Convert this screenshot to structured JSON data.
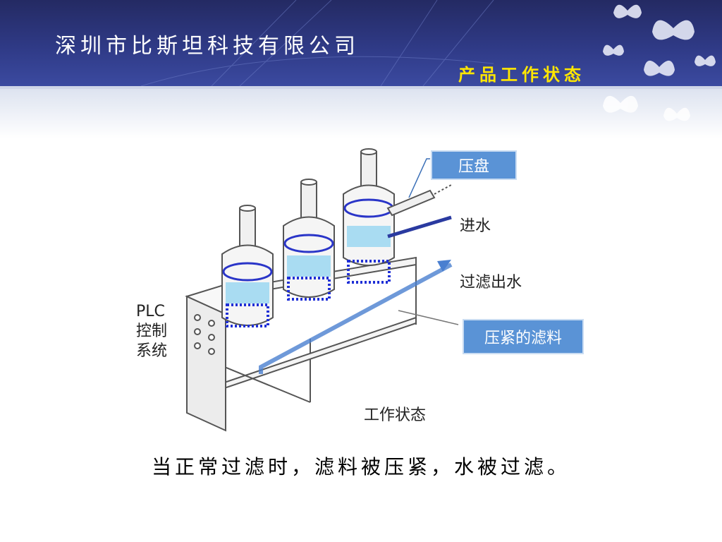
{
  "header": {
    "company": "深圳市比斯坦科技有限公司",
    "subtitle": "产品工作状态"
  },
  "diagram": {
    "labels": {
      "press_plate": "压盘",
      "water_in": "进水",
      "filtered_out": "过滤出水",
      "compressed_media": "压紧的滤料",
      "plc_line1": "PLC",
      "plc_line2": "控制",
      "plc_line3": "系统",
      "working_state": "工作状态"
    }
  },
  "caption": "当正常过滤时，滤料被压紧，水被过滤。",
  "colors": {
    "header_bg": "#2f3a86",
    "subtitle": "#ffe600",
    "label_box": "#5a93d6",
    "flow_arrow": "#4a7fd0",
    "media_dots": "#1f2fd6",
    "water": "#8fd3f0"
  }
}
